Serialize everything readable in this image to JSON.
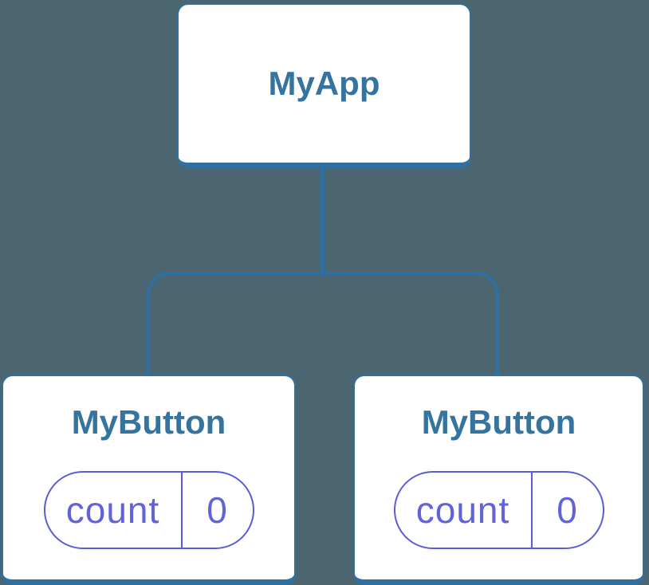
{
  "diagram": {
    "root": {
      "label": "MyApp"
    },
    "children": [
      {
        "label": "MyButton",
        "state": {
          "name": "count",
          "value": "0"
        }
      },
      {
        "label": "MyButton",
        "state": {
          "name": "count",
          "value": "0"
        }
      }
    ]
  },
  "colors": {
    "background": "#4B6671",
    "connector_blue": "#2F70A1",
    "node_fill": "#FFFFFF",
    "node_title": "#35749E",
    "state_purple_border": "#5A5CD6",
    "state_purple_text": "#6262D9"
  }
}
